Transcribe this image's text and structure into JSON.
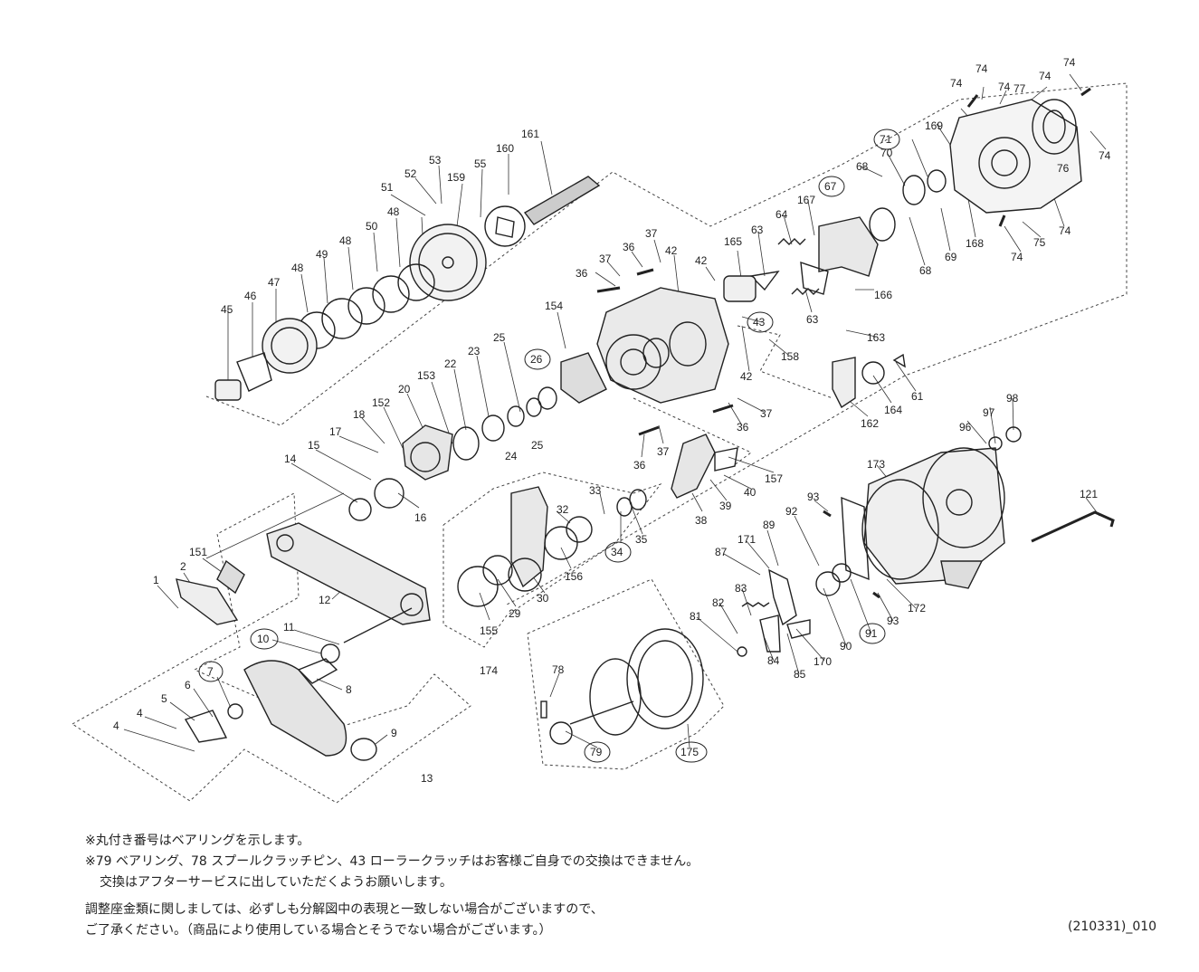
{
  "notes": {
    "line1": "※丸付き番号はベアリングを示します。",
    "line2": "※79 ベアリング、78 スプールクラッチピン、43 ローラークラッチはお客様ご自身での交換はできません。",
    "line3": "交換はアフターサービスに出していただくようお願いします。",
    "line4": "調整座金類に関しましては、必ずしも分解図中の表現と一致しない場合がございますので、",
    "line5": "ご了承ください。（商品により使用している場合とそうでない場合がございます。）"
  },
  "doc_code": "(210331)_010",
  "part_numbers": {
    "plain": [
      "1",
      "2",
      "4",
      "4",
      "5",
      "6",
      "8",
      "9",
      "11",
      "12",
      "13",
      "14",
      "15",
      "16",
      "17",
      "18",
      "20",
      "22",
      "23",
      "24",
      "25",
      "25",
      "29",
      "30",
      "32",
      "33",
      "35",
      "36",
      "36",
      "36",
      "36",
      "37",
      "37",
      "37",
      "37",
      "38",
      "39",
      "40",
      "42",
      "42",
      "42",
      "45",
      "46",
      "47",
      "48",
      "48",
      "48",
      "49",
      "50",
      "51",
      "52",
      "53",
      "55",
      "61",
      "63",
      "63",
      "64",
      "68",
      "68",
      "69",
      "70",
      "74",
      "74",
      "74",
      "74",
      "74",
      "74",
      "74",
      "74",
      "75",
      "76",
      "77",
      "78",
      "81",
      "82",
      "83",
      "84",
      "85",
      "87",
      "89",
      "90",
      "92",
      "93",
      "93",
      "96",
      "97",
      "98",
      "121",
      "151",
      "152",
      "153",
      "154",
      "155",
      "156",
      "157",
      "158",
      "159",
      "160",
      "161",
      "162",
      "163",
      "164",
      "165",
      "166",
      "167",
      "168",
      "169",
      "170",
      "171",
      "172",
      "173",
      "174"
    ],
    "bearings": [
      "7",
      "10",
      "26",
      "34",
      "43",
      "67",
      "71",
      "79",
      "91",
      "175"
    ]
  }
}
